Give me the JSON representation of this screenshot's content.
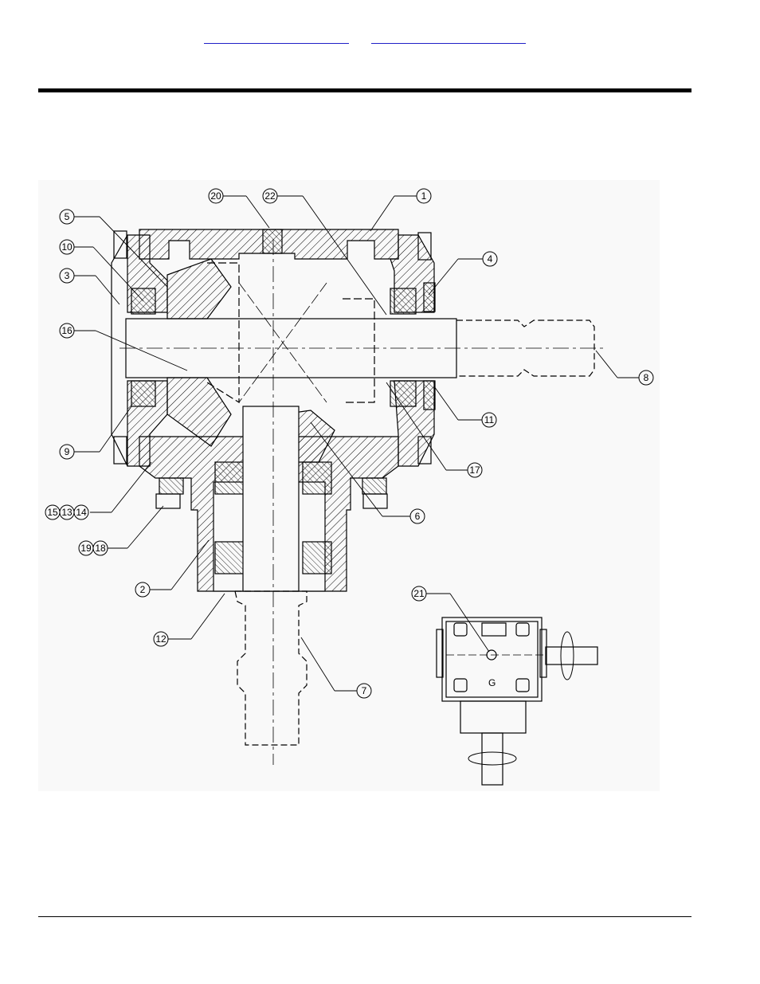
{
  "header": {
    "prev_link": "",
    "next_link": ""
  },
  "diagram": {
    "callouts": [
      {
        "id": "c20",
        "label": "20"
      },
      {
        "id": "c22",
        "label": "22"
      },
      {
        "id": "c1",
        "label": "1"
      },
      {
        "id": "c5",
        "label": "5"
      },
      {
        "id": "c10",
        "label": "10"
      },
      {
        "id": "c3",
        "label": "3"
      },
      {
        "id": "c4",
        "label": "4"
      },
      {
        "id": "c16",
        "label": "16"
      },
      {
        "id": "c8",
        "label": "8"
      },
      {
        "id": "c11",
        "label": "11"
      },
      {
        "id": "c9",
        "label": "9"
      },
      {
        "id": "c17",
        "label": "17"
      },
      {
        "id": "c15",
        "label": "15"
      },
      {
        "id": "c13",
        "label": "13"
      },
      {
        "id": "c14",
        "label": "14"
      },
      {
        "id": "c6",
        "label": "6"
      },
      {
        "id": "c19",
        "label": "19"
      },
      {
        "id": "c18",
        "label": "18"
      },
      {
        "id": "c2",
        "label": "2"
      },
      {
        "id": "c21",
        "label": "21"
      },
      {
        "id": "c12",
        "label": "12"
      },
      {
        "id": "c7",
        "label": "7"
      }
    ],
    "plug_letter": "G"
  }
}
